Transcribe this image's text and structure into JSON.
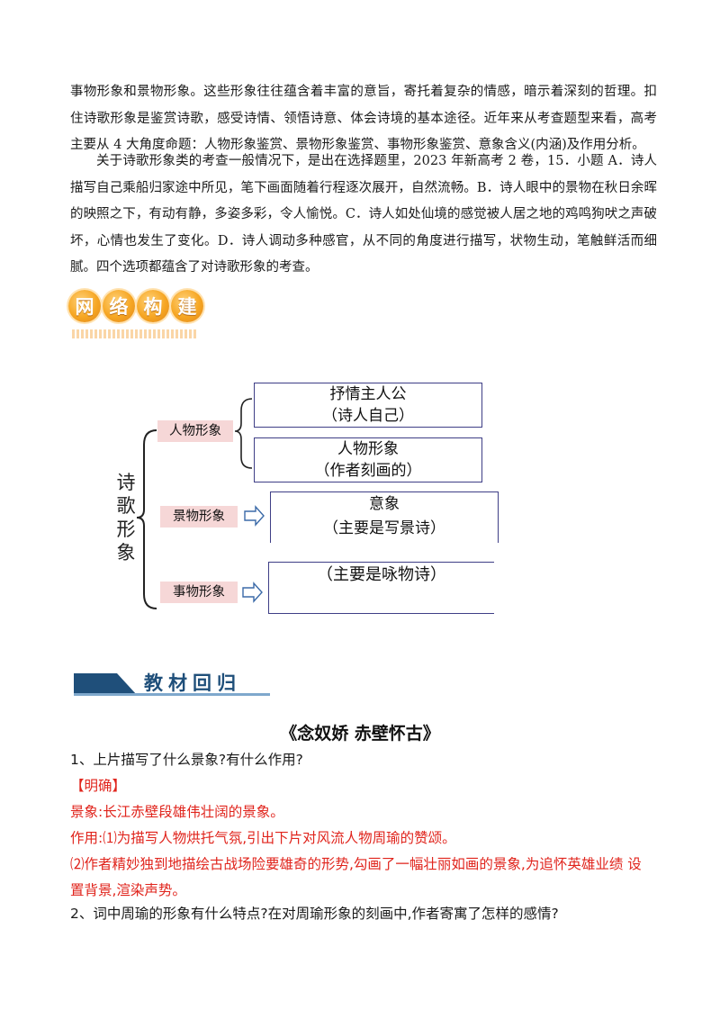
{
  "intro": {
    "p1": "事物形象和景物形象。这些形象往往蕴含着丰富的意旨，寄托着复杂的情感，暗示着深刻的哲理。扣住诗歌形象是鉴赏诗歌，感受诗情、领悟诗意、体会诗境的基本途径。近年来从考查题型来看，高考主要从 4 大角度命题：人物形象鉴赏、景物形象鉴赏、事物形象鉴赏、意象含义(内涵)及作用分析。",
    "p2": "关于诗歌形象类的考查一般情况下，是出在选择题里，2023 年新高考 2 卷，15．小题 A．诗人描写自己乘船归家途中所见，笔下画面随着行程逐次展开，自然流畅。B．诗人眼中的景物在秋日余晖的映照之下，有动有静，多姿多彩，令人愉悦。C．诗人如处仙境的感觉被人居之地的鸡鸣狗吠之声破坏，心情也发生了变化。D．诗人调动多种感官，从不同的角度进行描写，状物生动，笔触鲜活而细腻。四个选项都蕴含了对诗歌形象的考查。"
  },
  "badge": {
    "chars": [
      "网",
      "络",
      "构",
      "建"
    ]
  },
  "diagram": {
    "root": [
      "诗",
      "歌",
      "形",
      "象"
    ],
    "branch1": "人物形象",
    "branch2": "景物形象",
    "branch3": "事物形象",
    "box1_l1": "抒情主人公",
    "box1_l2": "（诗人自己）",
    "box2_l1": "人物形象",
    "box2_l2": "（作者刻画的）",
    "box3_l1": "意象",
    "box3_l2": "（主要是写景诗）",
    "box4_l1": "（主要是咏物诗）"
  },
  "section": {
    "label": "教材回归"
  },
  "article": {
    "title": "《念奴娇  赤壁怀古》",
    "q1": "1、上片描写了什么景象?有什么作用?",
    "clarify": "【明确】",
    "a1": "景象:长江赤壁段雄伟壮阔的景象。",
    "a2": "作用:⑴为描写人物烘托气氛,引出下片对风流人物周瑜的赞颂。",
    "a3": "⑵作者精妙独到地描绘古战场险要雄奇的形势,勾画了一幅壮丽如画的景象,为追怀英雄业绩  设置背景,渲染声势。",
    "q2": "2、词中周瑜的形象有什么特点?在对周瑜形象的刻画中,作者寄寓了怎样的感情?"
  },
  "colors": {
    "accent_red": "#e0241c",
    "box_border": "#3e3e86",
    "label_pink": "#f6d7d7",
    "badge_orange": "#f6a623",
    "section_blue": "#1f4f7a"
  }
}
